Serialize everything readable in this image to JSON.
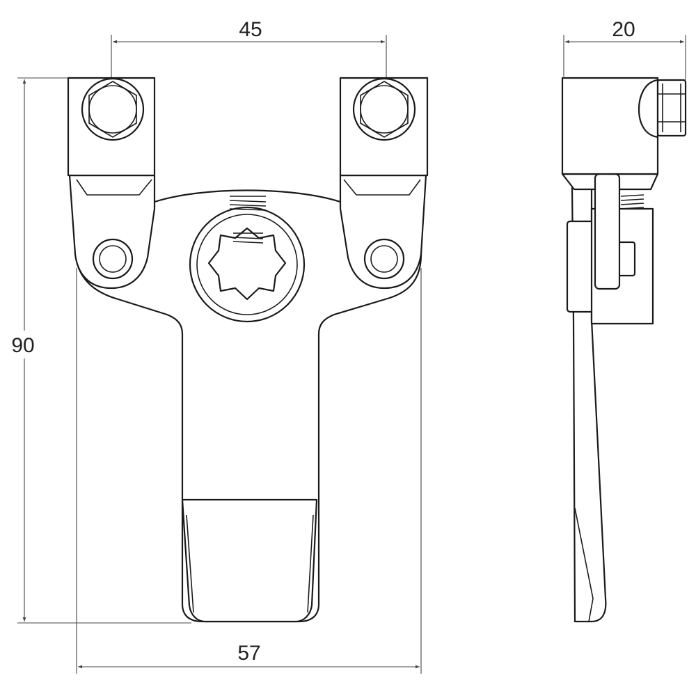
{
  "drawing": {
    "dimensions": {
      "bolt_spacing": "45",
      "side_width": "20",
      "height": "90",
      "overall_width": "57"
    },
    "line_color": "#1a1a1a",
    "dimension_color": "#444444"
  }
}
